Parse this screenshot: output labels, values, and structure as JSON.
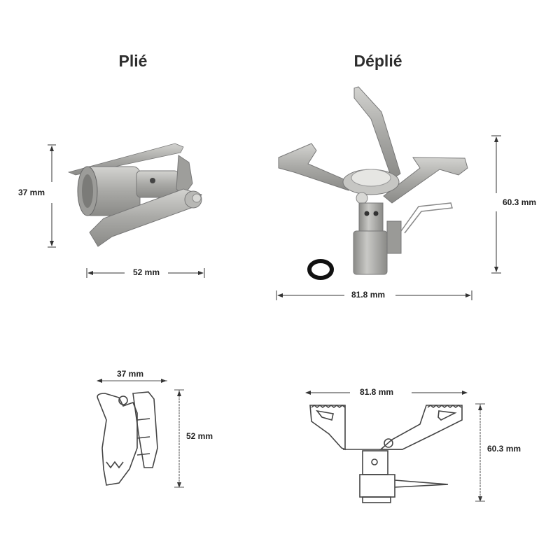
{
  "sections": {
    "folded": {
      "title": "Plié",
      "photo": {
        "height": "37 mm",
        "width": "52 mm"
      },
      "drawing": {
        "width": "37 mm",
        "height": "52 mm"
      }
    },
    "unfolded": {
      "title": "Déplié",
      "photo": {
        "height": "60.3 mm",
        "width": "81.8 mm"
      },
      "drawing": {
        "width": "81.8 mm",
        "height": "60.3 mm"
      }
    }
  },
  "colors": {
    "metal": "#a9a9a6",
    "metal_dark": "#7d7d7a",
    "line": "#444444",
    "ring": "#1a1a1a"
  }
}
